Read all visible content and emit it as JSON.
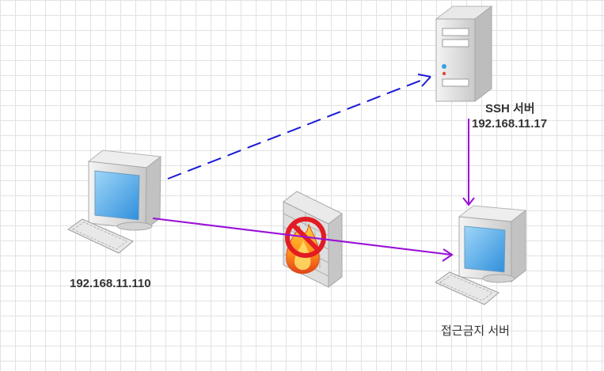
{
  "labels": {
    "ssh_server_name": "SSH 서버",
    "ssh_server_ip": "192.168.11.17",
    "client_ip": "192.168.11.110",
    "blocked_server_name": "접근금지 서버"
  },
  "colors": {
    "dashed_link": "#1a1ad6",
    "solid_link": "#9a10d8",
    "blocked_sign": "#e31b23",
    "screen": "#4aa8e8"
  },
  "icons": {
    "ssh_server": "tower-server-icon",
    "client": "desktop-computer-icon",
    "blocked_server": "desktop-computer-icon",
    "firewall": "firewall-icon",
    "prohibited": "prohibited-icon"
  }
}
